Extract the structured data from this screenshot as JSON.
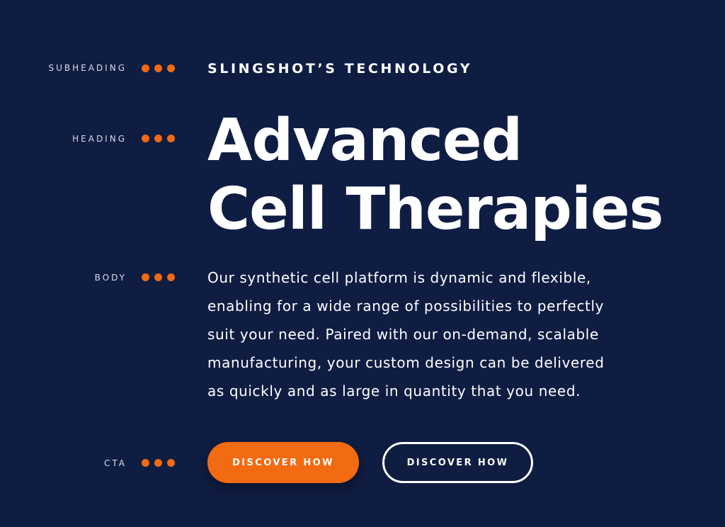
{
  "colors": {
    "background": "#0f1d43",
    "accent": "#f26a12",
    "text": "#ffffff"
  },
  "annotations": {
    "subheading": "SUBHEADING",
    "heading": "HEADING",
    "body": "BODY",
    "cta": "CTA"
  },
  "subheading": "SLINGSHOT’S TECHNOLOGY",
  "heading": {
    "lines": [
      "Advanced",
      "Cell Therapies"
    ]
  },
  "body": {
    "lines": [
      "Our synthetic cell platform is dynamic and flexible,",
      "enabling for a wide range of possibilities to perfectly",
      "suit your need. Paired with our on-demand, scalable",
      "manufacturing, your custom design can be delivered",
      "as quickly and as large in quantity that you need."
    ]
  },
  "cta": {
    "primary_label": "DISCOVER HOW",
    "secondary_label": "DISCOVER HOW"
  }
}
